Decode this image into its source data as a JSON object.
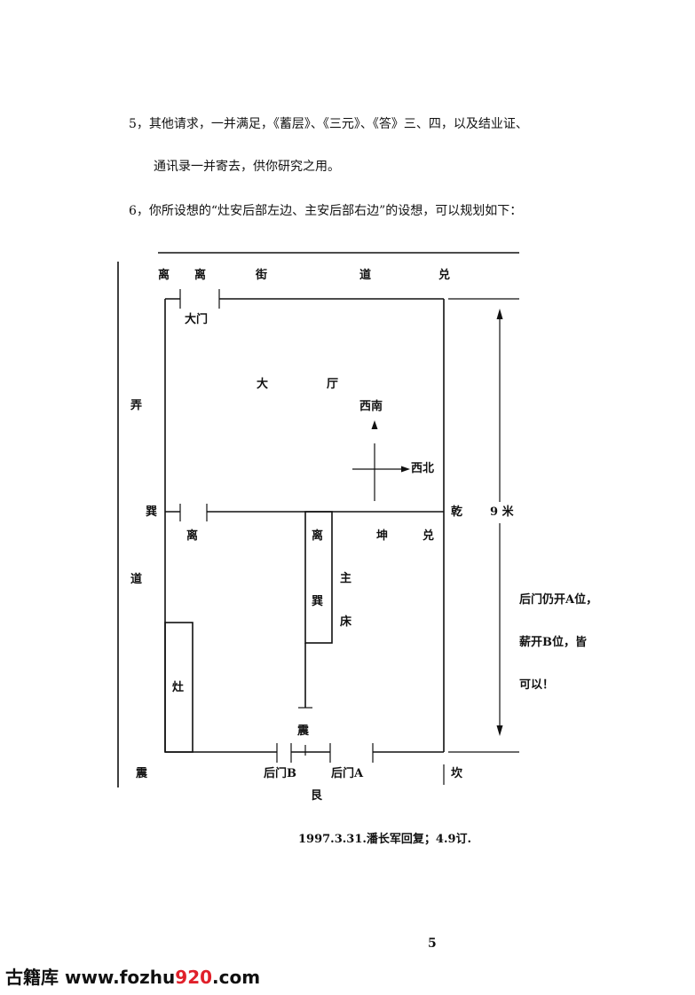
{
  "paragraphs": {
    "p5_line1": "5，其他请求，一并满足，《蓄层》、《三元》、《答》三、四，以及结业证、",
    "p5_line2": "通讯录一并寄去，供你研究之用。",
    "p6_line1": "6，你所设想的“灶安后部左边、主安后部右边”的设想，可以规划如下："
  },
  "plan": {
    "top_labels": {
      "li1": "离",
      "li2": "离",
      "jie": "街",
      "dao": "道",
      "dui": "兑"
    },
    "left_labels": {
      "nong": "弄",
      "xun": "巽",
      "dao2": "道",
      "zhen": "震"
    },
    "rooms": {
      "main_door": "大门",
      "hall_1": "大",
      "hall_2": "厅",
      "li_lower": "离",
      "li_mid": "离",
      "kun": "坤",
      "dui_mid": "兑",
      "xun_mid": "巽",
      "zhu": "主",
      "chuang": "床",
      "zao": "灶",
      "zhen_mid": "震"
    },
    "compass": {
      "south_west": "西南",
      "north_west": "西北"
    },
    "right_labels": {
      "qian": "乾",
      "dimension": "9 米",
      "kan": "坎"
    },
    "bottom_labels": {
      "back_door_b": "后门B",
      "back_door_a": "后门A",
      "gen": "艮"
    },
    "note": {
      "line1": "后门仍开A位，",
      "line2": "薪开B位，皆",
      "line3": "可以！"
    }
  },
  "signature": "1997.3.31.潘长军回复；4.9订.",
  "page_number": "5",
  "watermark": {
    "prefix": "古籍库 www.fozhu",
    "number": "920",
    "suffix": ".com"
  }
}
